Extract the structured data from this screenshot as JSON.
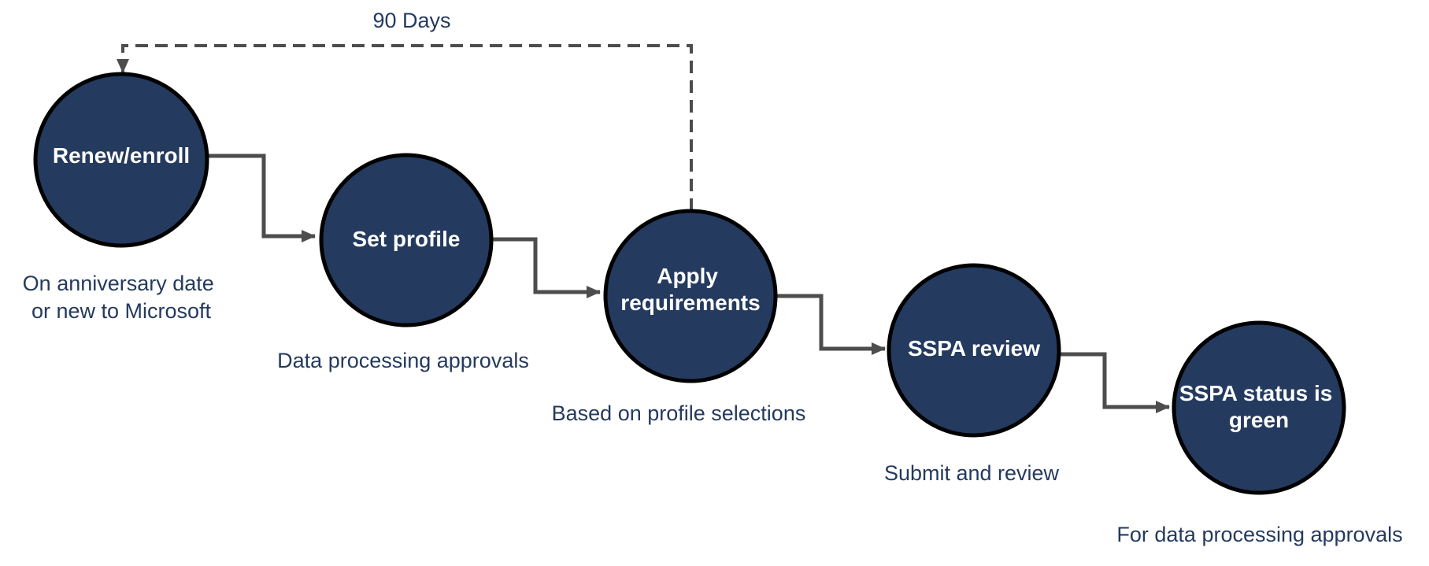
{
  "diagram": {
    "loop_label": "90 Days",
    "steps": [
      {
        "label_lines": [
          "Renew/enroll"
        ],
        "caption_lines": [
          "On anniversary date",
          "or new to Microsoft"
        ]
      },
      {
        "label_lines": [
          "Set profile"
        ],
        "caption_lines": [
          "Data processing approvals"
        ]
      },
      {
        "label_lines": [
          "Apply",
          "requirements"
        ],
        "caption_lines": [
          "Based on profile selections"
        ]
      },
      {
        "label_lines": [
          "SSPA review"
        ],
        "caption_lines": [
          "Submit and review"
        ]
      },
      {
        "label_lines": [
          "SSPA status is",
          "green"
        ],
        "caption_lines": [
          "For data processing approvals"
        ]
      }
    ],
    "colors": {
      "node_fill": "#243a5e",
      "node_border": "#000000",
      "node_text": "#ffffff",
      "caption_text": "#243a5e",
      "connector": "#4d4d4d"
    }
  }
}
